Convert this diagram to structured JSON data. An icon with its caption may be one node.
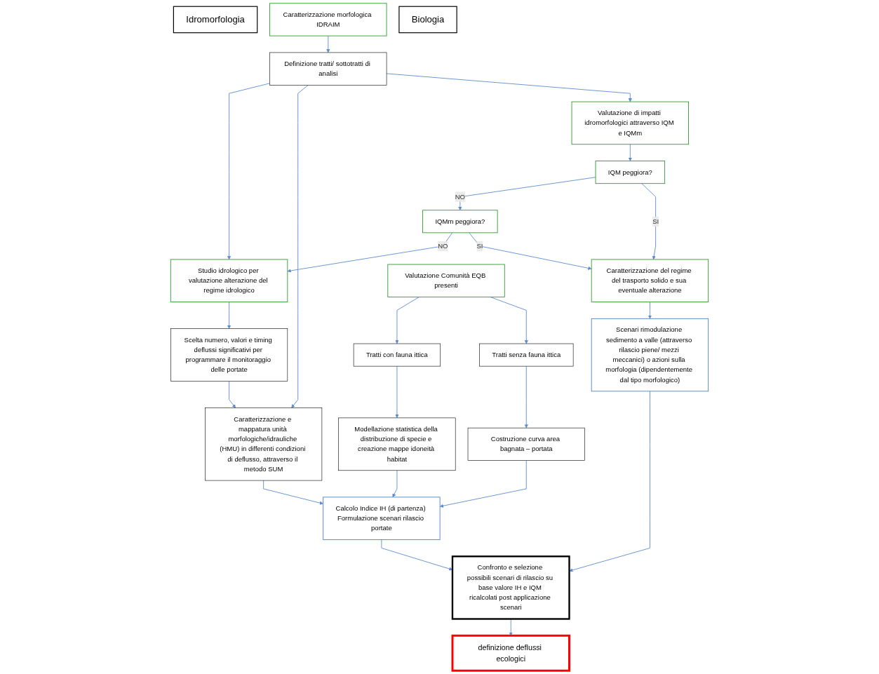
{
  "diagram": {
    "nodes": [
      {
        "text": [
          "Idromorfologia"
        ]
      },
      {
        "text": [
          "Caratterizzazione morfologica IDRAIM"
        ]
      },
      {
        "text": [
          "Definizione tratti/ sottotratti di analisi"
        ]
      },
      {
        "text": [
          "Studio idrologico per valutazione alterazione del regime idrologico"
        ]
      },
      {
        "text": [
          "Caratterizzazione e mappatura unità morfologiche/idrauliche (HMU) in differenti condizioni di deflusso, attraverso il metodo SUM"
        ]
      },
      {
        "text": [
          "Valutazione di impatti idromorfologici attraverso IQM e IQMm"
        ]
      },
      {
        "text": [
          "Scelta numero, valori e timing deflussi significativi per programmare il monitoraggio delle portate"
        ]
      },
      {
        "text": [
          "IQM peggiora?"
        ]
      },
      {
        "text": [
          "IQMm peggiora?"
        ]
      },
      {
        "text": [
          "Caratterizzazione del regime del trasporto solido e sua eventuale alterazione"
        ]
      },
      {
        "text": [
          "Biologia"
        ]
      },
      {
        "text": [
          "Tratti con fauna ittica"
        ]
      },
      {
        "text": [
          "Modellazione statistica della distribuzione di specie e creazione mappe idoneità habitat"
        ]
      },
      {
        "text": [
          "Valutazione Comunità EQB presenti"
        ]
      },
      {
        "text": [
          "Scenari rimodulazione sedimento a valle (attraverso rilascio piene/ mezzi meccanici) o azioni sulla morfologia (dipendentemente dal tipo morfologico)"
        ]
      },
      {
        "text": [
          "Calcolo Indice IH (di partenza) Formulazione scenari rilascio portate"
        ]
      },
      {
        "text": [
          "Confronto e selezione possibili scenari di rilascio su base valore IH e IQM ricalcolati post applicazione scenari"
        ]
      },
      {
        "text": [
          "Tratti senza fauna ittica"
        ]
      },
      {
        "text": [
          "Costruzione curva area bagnata – portata"
        ]
      },
      {
        "text": [
          "definizione deflussi ecologici"
        ]
      }
    ],
    "edges": [
      {
        "from": 1,
        "to": 2,
        "arrow": "to"
      },
      {
        "from": 2,
        "to": 3,
        "arrow": "to"
      },
      {
        "from": 2,
        "to": 4,
        "arrow": "to"
      },
      {
        "from": 2,
        "to": 5,
        "arrow": "to"
      },
      {
        "from": 3,
        "to": 6,
        "arrow": "to"
      },
      {
        "from": 6,
        "to": 4,
        "arrow": "to"
      },
      {
        "from": 5,
        "to": 7,
        "arrow": "to"
      },
      {
        "from": 7,
        "to": 8,
        "label": "NO",
        "arrow": "to"
      },
      {
        "from": 7,
        "to": 9,
        "label": "SI",
        "arrow": "to"
      },
      {
        "from": 8,
        "to": 3,
        "label": "NO",
        "arrow": "to"
      },
      {
        "from": 8,
        "to": 9,
        "label": "SI",
        "arrow": "to"
      },
      {
        "from": 9,
        "to": 14,
        "arrow": "to"
      },
      {
        "from": 4,
        "to": 15,
        "arrow": "to"
      },
      {
        "from": 13,
        "to": 11,
        "arrow": "to"
      },
      {
        "from": 13,
        "to": 17,
        "arrow": "to"
      },
      {
        "from": 11,
        "to": 12,
        "arrow": "to"
      },
      {
        "from": 17,
        "to": 18,
        "arrow": "to"
      },
      {
        "from": 12,
        "to": 15,
        "arrow": "to"
      },
      {
        "from": 18,
        "to": 15,
        "arrow": "to"
      },
      {
        "from": 14,
        "to": 16,
        "arrow": "to"
      },
      {
        "from": 15,
        "to": 16,
        "arrow": "to"
      },
      {
        "from": 16,
        "to": 19,
        "arrow": "to"
      }
    ]
  }
}
